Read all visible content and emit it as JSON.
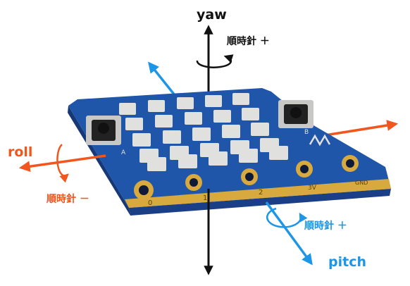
{
  "colors": {
    "yaw": "#111111",
    "roll": "#f0561d",
    "pitch": "#1e96e8",
    "board_blue": "#1f56a9",
    "gold": "#d7a93e"
  },
  "axes": {
    "yaw": {
      "name": "yaw",
      "rotation": "順時針 ＋"
    },
    "roll": {
      "name": "roll",
      "rotation": "順時針 －"
    },
    "pitch": {
      "name": "pitch",
      "rotation": "順時針 ＋"
    }
  },
  "board": {
    "button_a": "A",
    "button_b": "B",
    "pins": [
      "0",
      "1",
      "2",
      "3V",
      "GND"
    ],
    "led_rows": 5,
    "led_cols": 5
  }
}
